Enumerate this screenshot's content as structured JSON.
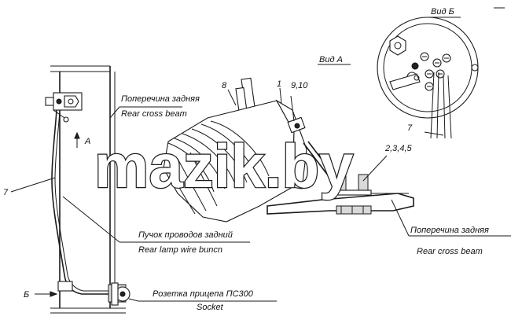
{
  "labels": {
    "view_b": "Вид Б",
    "view_a": "Вид А",
    "arrow_a": "А",
    "arrow_b": "Б",
    "num_8": "8",
    "num_1": "1",
    "num_9_10": "9,10",
    "num_2_3_4_5": "2,3,4,5",
    "num_7_left": "7",
    "num_7_right": "7",
    "cross_beam_ru_1": "Поперечина задняя",
    "cross_beam_en_1": "Rear cross beam",
    "wire_bunch_ru": "Пучок проводов задний",
    "wire_bunch_en": "Rear lamp wire buncn",
    "cross_beam_ru_2": "Поперечина задняя",
    "cross_beam_en_2": "Rear cross beam",
    "socket_ru": "Розетка прицепа ПС300",
    "socket_en": "Socket",
    "watermark": "mazik.by"
  },
  "colors": {
    "ink": "#1a1a1a",
    "paper": "#ffffff"
  }
}
